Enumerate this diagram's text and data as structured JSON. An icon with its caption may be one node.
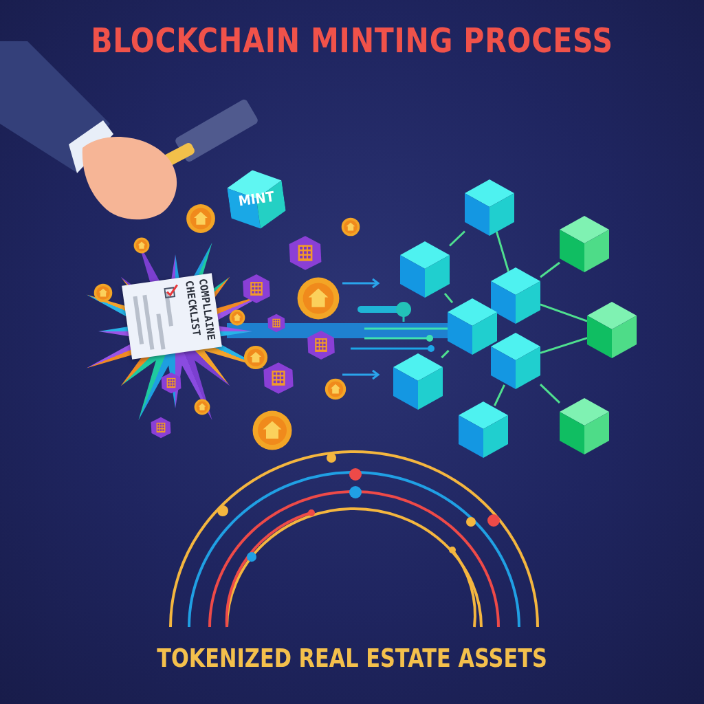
{
  "diagram": {
    "title": "BLOCKCHAIN MINTING PROCESS",
    "caption": "TOKENIZED REAL ESTATE ASSETS",
    "nodes": [
      {
        "text": [
          "MINT"
        ]
      },
      {
        "text": [
          "COMPLLAINE CHECKLIST"
        ]
      },
      {
        "text": [],
        "shape": "cube"
      },
      {
        "text": [],
        "shape": "cube"
      },
      {
        "text": [],
        "shape": "cube"
      },
      {
        "text": [],
        "shape": "cube"
      },
      {
        "text": [],
        "shape": "cube"
      },
      {
        "text": [],
        "shape": "cube"
      },
      {
        "text": [],
        "shape": "cube"
      },
      {
        "text": [],
        "shape": "cube"
      },
      {
        "text": [],
        "shape": "cube"
      },
      {
        "text": [],
        "shape": "cube"
      }
    ],
    "edges": [
      {
        "from": 3,
        "to": 2,
        "arrow": "none"
      },
      {
        "from": 2,
        "to": 5,
        "arrow": "none"
      },
      {
        "from": 3,
        "to": 6,
        "arrow": "none"
      },
      {
        "from": 6,
        "to": 9,
        "arrow": "none"
      },
      {
        "from": 5,
        "to": 4,
        "arrow": "none"
      },
      {
        "from": 5,
        "to": 7,
        "arrow": "none"
      },
      {
        "from": 8,
        "to": 7,
        "arrow": "none"
      },
      {
        "from": 8,
        "to": 10,
        "arrow": "none"
      },
      {
        "from": 8,
        "to": 11,
        "arrow": "none"
      }
    ]
  }
}
